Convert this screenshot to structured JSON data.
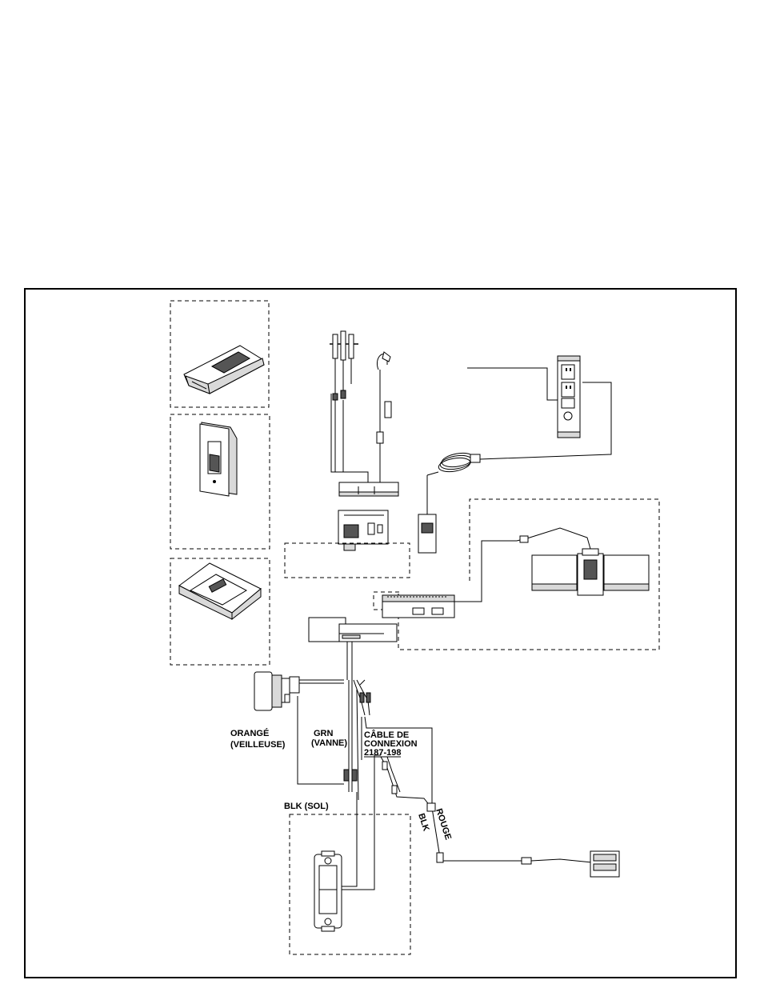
{
  "labels": {
    "orange_1": "ORANGÉ",
    "orange_2": "(VEILLEUSE)",
    "grn_1": "GRN",
    "grn_2": "(VANNE)",
    "cable_1": "CÂBLE DE",
    "cable_2": "CONNEXION",
    "cable_3": "2187-198",
    "blk_sol": "BLK (SOL)",
    "rouge": "ROUGE",
    "blk": "BLK"
  }
}
